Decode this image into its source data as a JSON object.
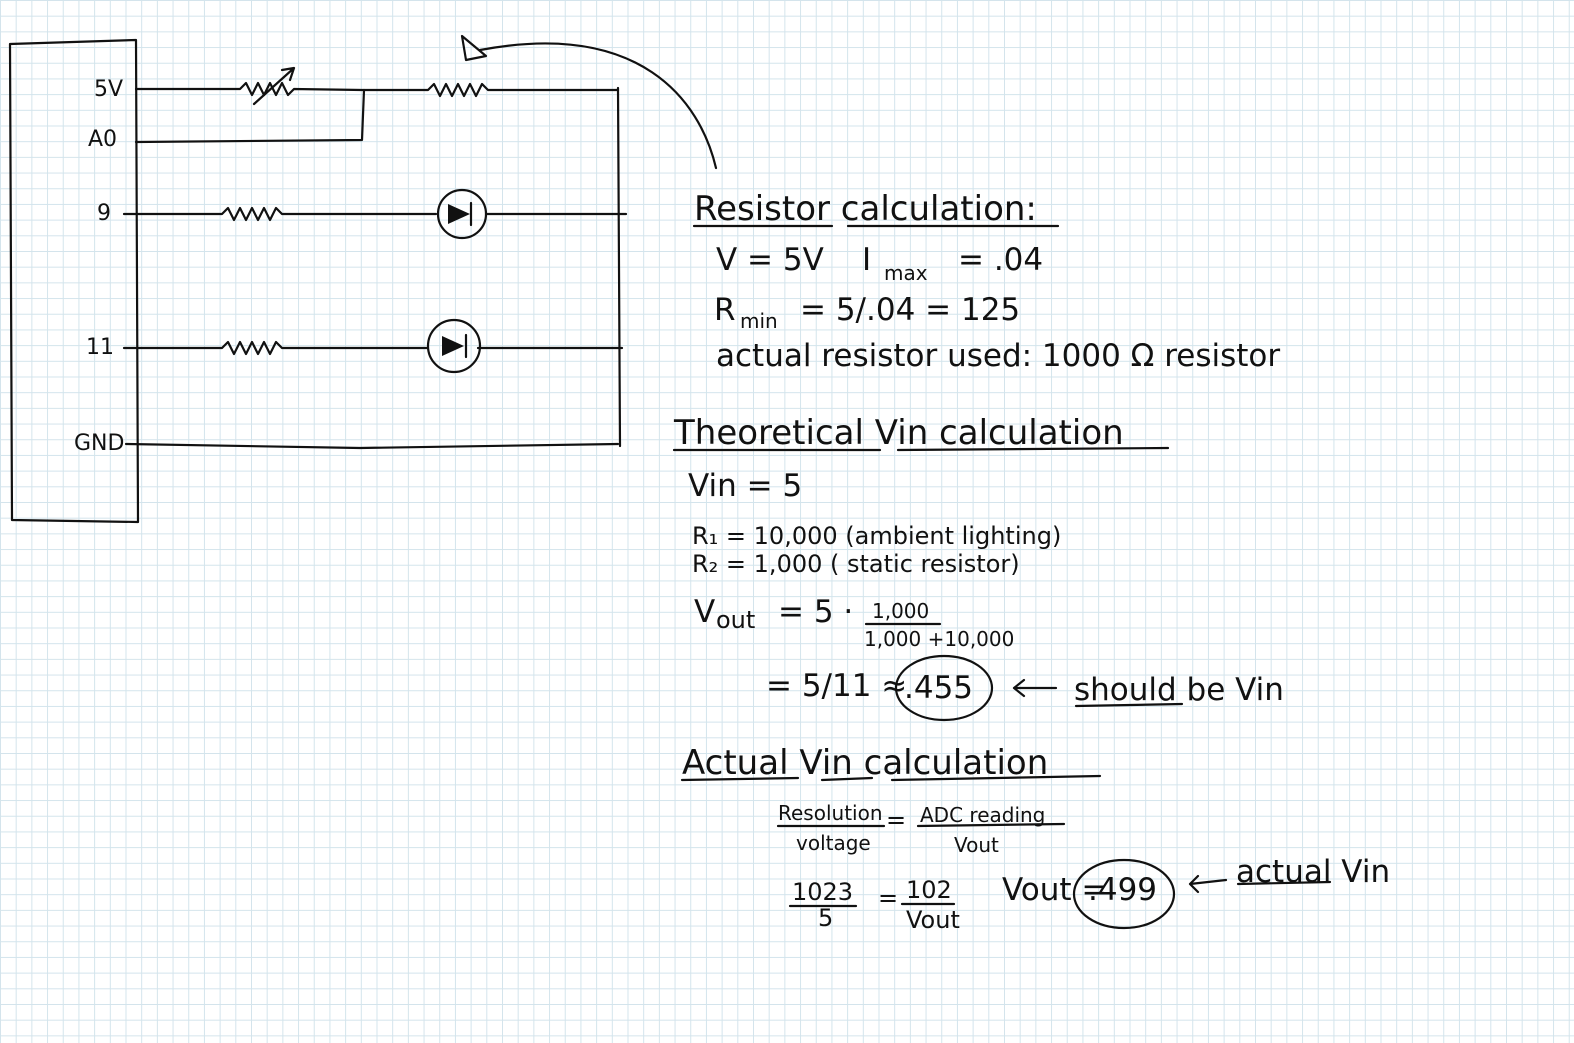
{
  "circuit": {
    "pins": {
      "p5v": "5V",
      "a0": "A0",
      "p9": "9",
      "p11": "11",
      "gnd": "GND"
    }
  },
  "resistor_section": {
    "title": "Resistor calculation:",
    "line1_v": "V = 5V",
    "line1_i": "I",
    "line1_i_sub": "max",
    "line1_i_val": "= .04",
    "line2_r": "R",
    "line2_r_sub": "min",
    "line2_r_val": "= 5/.04 = 125",
    "line3": "actual resistor used: 1000 Ω resistor"
  },
  "theoretical_section": {
    "title": "Theoretical Vin calculation",
    "vin": "Vin = 5",
    "r1": "R₁ = 10,000  (ambient lighting)",
    "r2": "R₂ = 1,000  ( static resistor)",
    "vout_label": "V",
    "vout_sub": "out",
    "vout_eq": "= 5 ·",
    "frac_num": "1,000",
    "frac_den": "1,000 +10,000",
    "result_prefix": "= 5/11 ≈",
    "result_value": ".455",
    "result_note": "should be Vin"
  },
  "actual_section": {
    "title": "Actual Vin calculation",
    "res_top": "Resolution",
    "res_bottom": "voltage",
    "eq_sign": "=",
    "adc_top": "ADC reading",
    "adc_bottom": "Vout",
    "frac1_num": "1023",
    "frac1_den": "5",
    "eq_sign2": "=",
    "frac2_num": "102",
    "frac2_den": "Vout",
    "vout_eq": "Vout =",
    "vout_value": ".499",
    "note": "actual Vin"
  }
}
